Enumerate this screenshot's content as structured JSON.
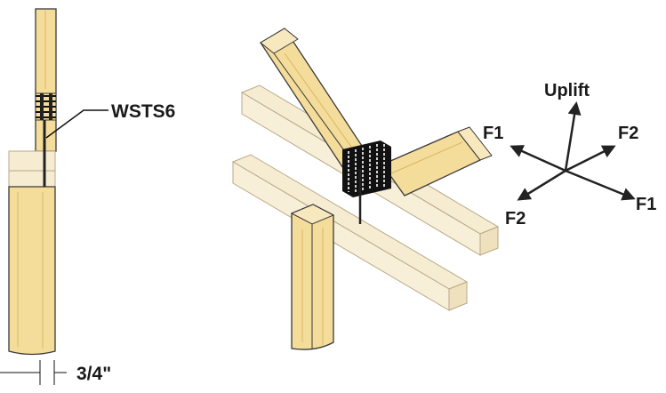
{
  "colors": {
    "wood": "#f4dc9a",
    "wood_light": "#f7e8bd",
    "wood_grain": "#d9b766",
    "outline": "#3a3a3a",
    "ghost_fill": "#f6ecd2",
    "ghost_outline": "#b8a987",
    "plate_black": "#111111",
    "arrow": "#222222"
  },
  "labels": {
    "fastener": "WSTS6",
    "dimension": "3/4\"",
    "uplift": "Uplift",
    "f1_left": "F1",
    "f2_right": "F2",
    "f2_left": "F2",
    "f1_right": "F1"
  }
}
